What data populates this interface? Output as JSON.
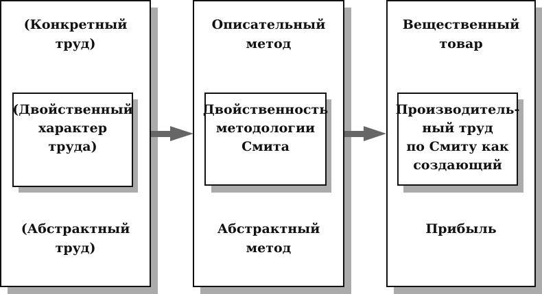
{
  "diagram": {
    "columns": [
      {
        "top_label": [
          "(Конкретный",
          "труд)"
        ],
        "center_box": [
          "(Двойственный",
          "характер",
          "труда)"
        ],
        "bottom_label": [
          "(Абстрактный",
          "труд)"
        ]
      },
      {
        "top_label": [
          "Описательный",
          "метод"
        ],
        "center_box": [
          "Двойственность",
          "методологии",
          "Смита"
        ],
        "bottom_label": [
          "Абстрактный",
          "метод"
        ]
      },
      {
        "top_label": [
          "Вещественный",
          "товар"
        ],
        "center_box": [
          "Производитель-",
          "ный труд",
          "по Смиту как",
          "создающий"
        ],
        "bottom_label": [
          "Прибыль"
        ]
      }
    ],
    "arrows": [
      {
        "from": "column-1",
        "to": "column-2"
      },
      {
        "from": "column-2",
        "to": "column-3"
      }
    ],
    "colors": {
      "border": "#111111",
      "shadow": "#ababab",
      "arrow": "#666666",
      "background": "#ffffff"
    }
  }
}
